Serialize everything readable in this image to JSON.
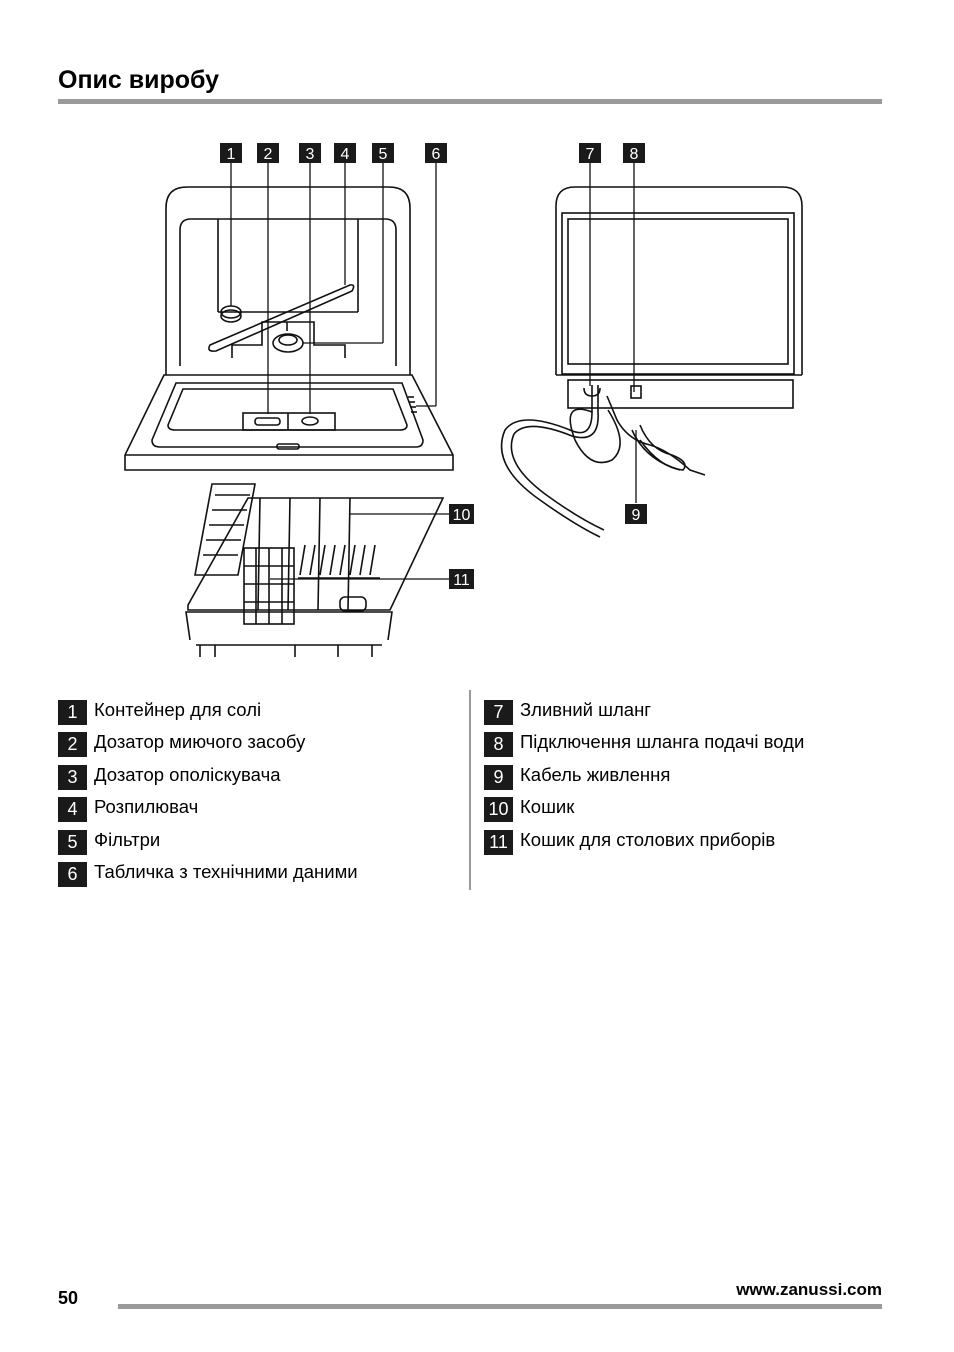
{
  "page": {
    "title": "Опис виробу",
    "page_number": "50",
    "website": "www.zanussi.com"
  },
  "callouts": [
    "1",
    "2",
    "3",
    "4",
    "5",
    "6",
    "7",
    "8",
    "9",
    "10",
    "11"
  ],
  "legend_left": [
    {
      "num": "1",
      "label": "Контейнер для солі"
    },
    {
      "num": "2",
      "label": "Дозатор миючого засобу"
    },
    {
      "num": "3",
      "label": "Дозатор ополіскувача"
    },
    {
      "num": "4",
      "label": "Розпилювач"
    },
    {
      "num": "5",
      "label": "Фільтри"
    },
    {
      "num": "6",
      "label": "Табличка з технічними даними"
    }
  ],
  "legend_right": [
    {
      "num": "7",
      "label": "Зливний шланг"
    },
    {
      "num": "8",
      "label": "Підключення шланга подачі води"
    },
    {
      "num": "9",
      "label": "Кабель живлення"
    },
    {
      "num": "10",
      "label": "Кошик"
    },
    {
      "num": "11",
      "label": "Кошик для столових приборів"
    }
  ],
  "colors": {
    "rule": "#9a9a9a",
    "callout_bg": "#1a1a1a",
    "callout_text": "#ffffff"
  }
}
